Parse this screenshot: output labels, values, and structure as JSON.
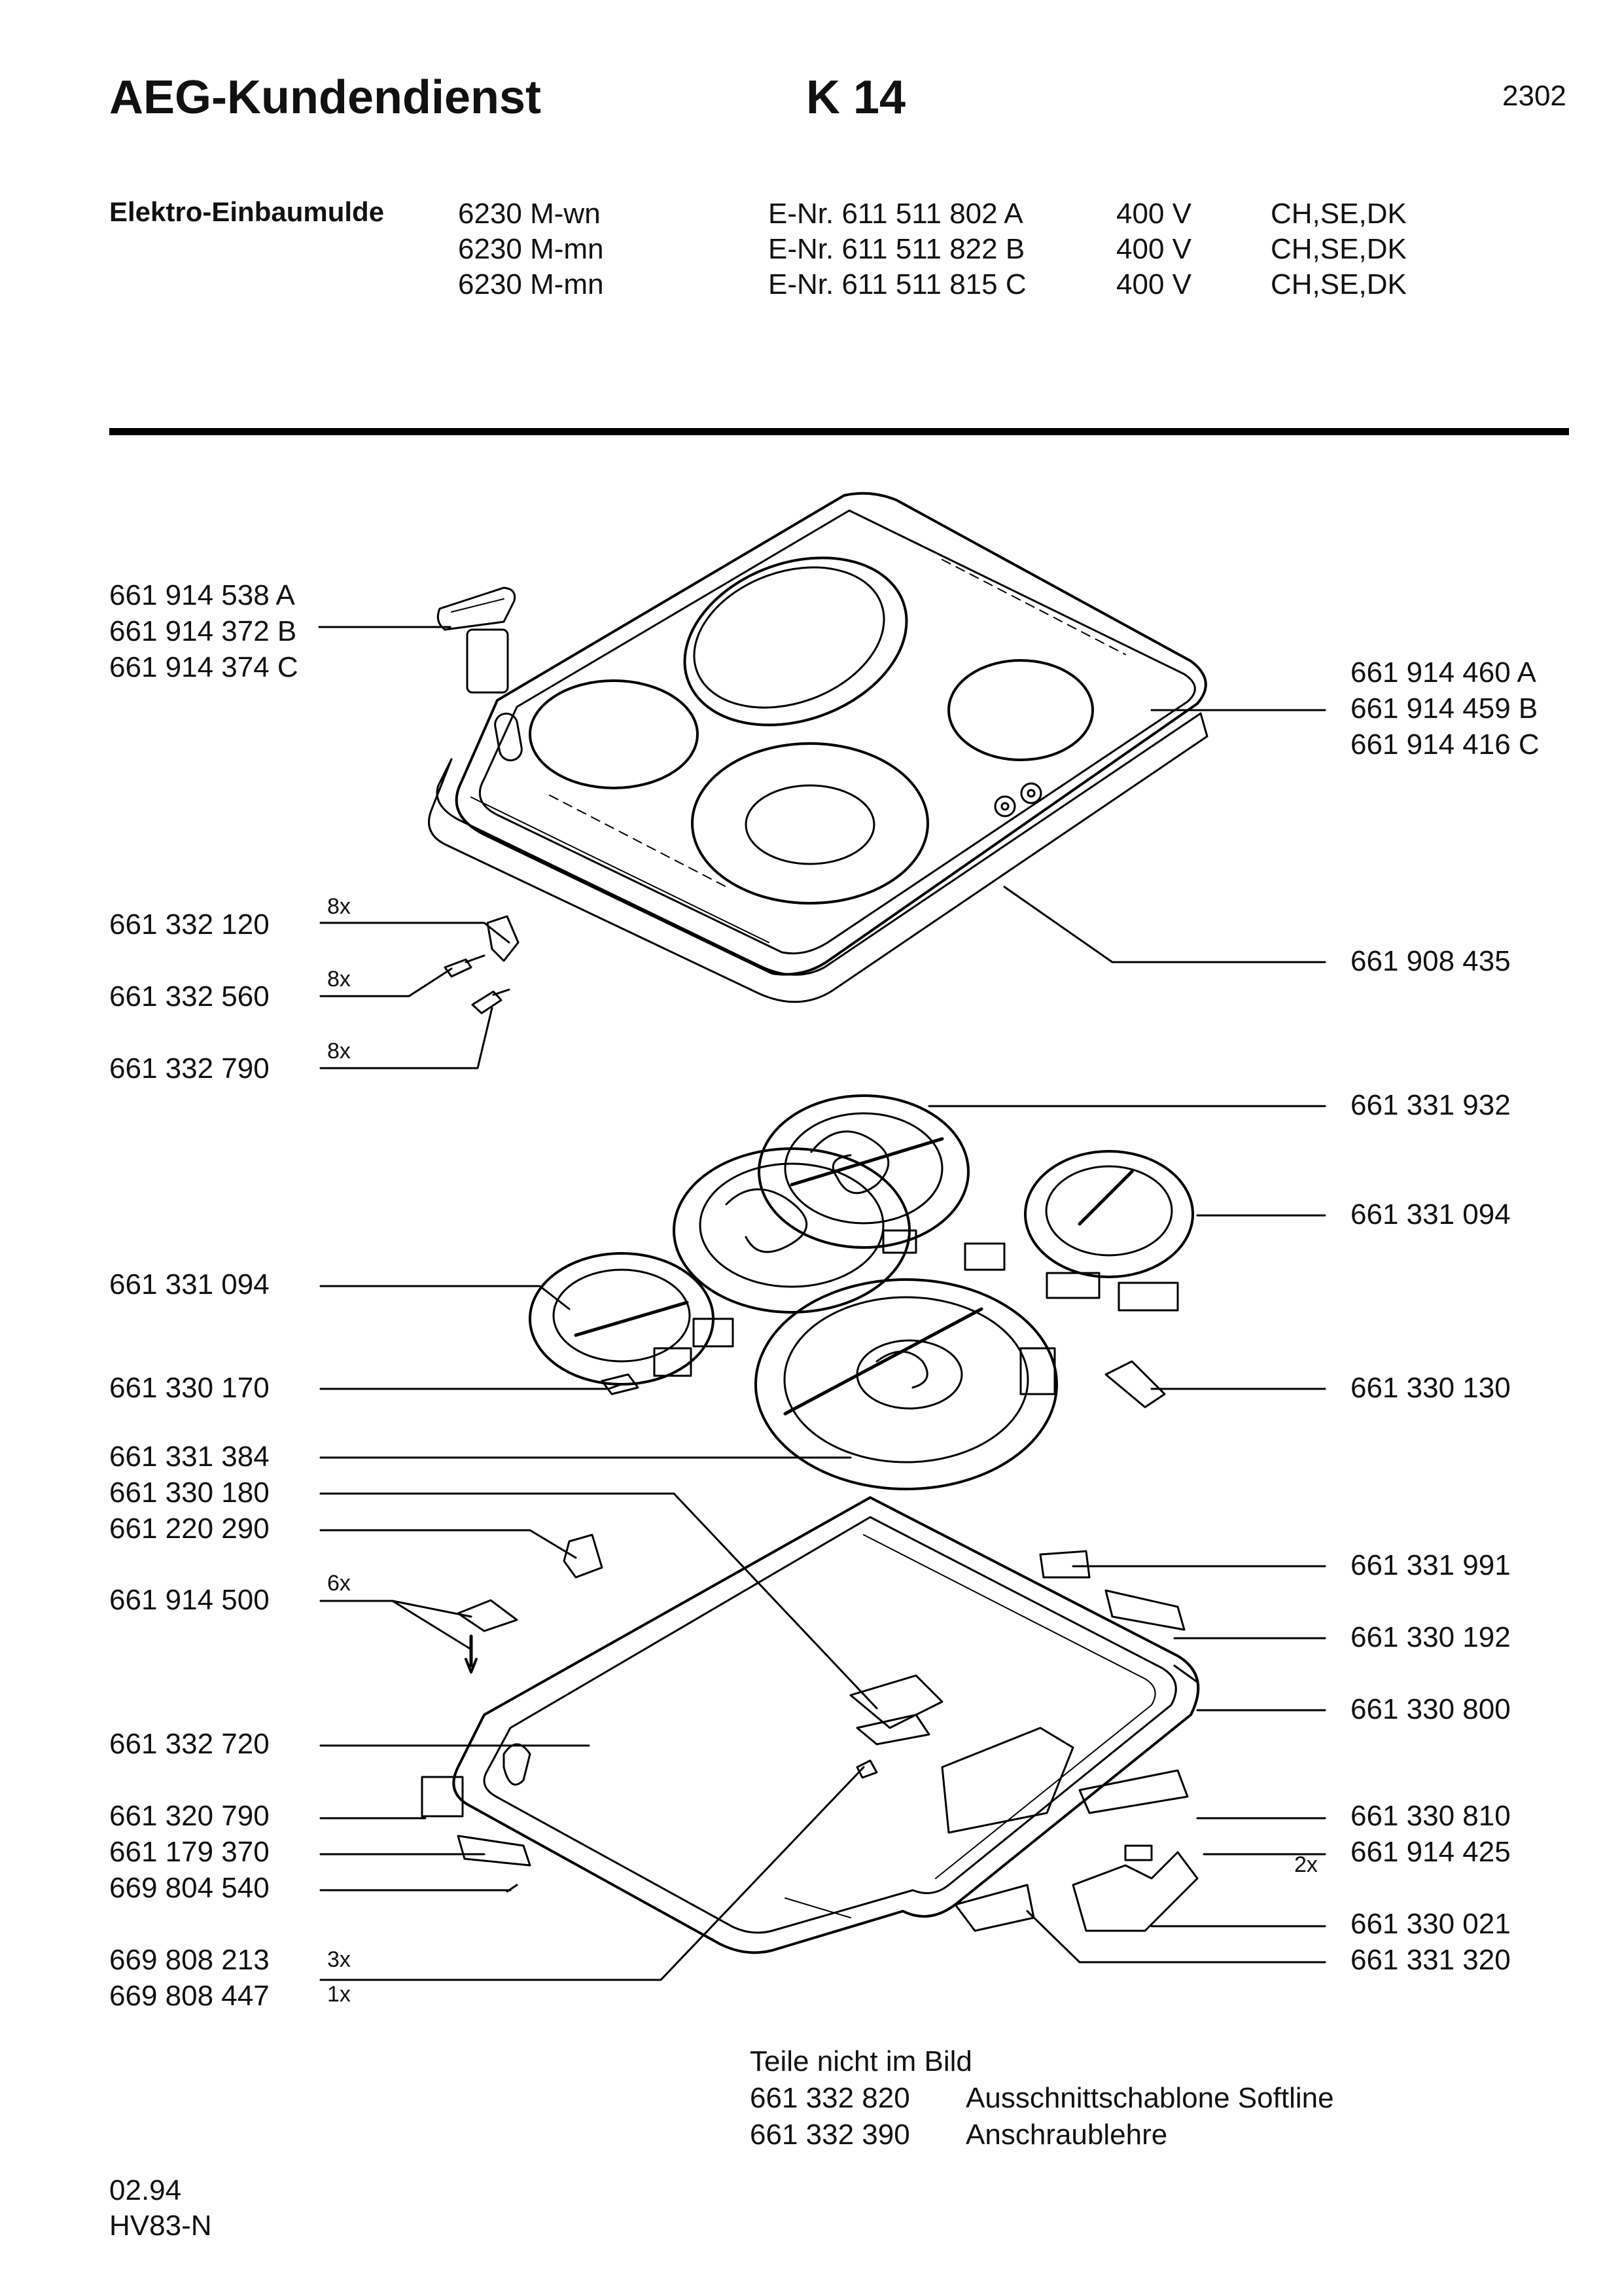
{
  "header": {
    "brand": "AEG-Kundendienst",
    "doc_code": "K 14",
    "page_number": "2302"
  },
  "product": {
    "type": "Elektro-Einbaumulde",
    "models": [
      {
        "model": "6230 M-wn",
        "enr": "E-Nr. 611 511 802 A",
        "voltage": "400 V",
        "countries": "CH,SE,DK"
      },
      {
        "model": "6230 M-mn",
        "enr": "E-Nr. 611 511 822 B",
        "voltage": "400 V",
        "countries": "CH,SE,DK"
      },
      {
        "model": "6230 M-mn",
        "enr": "E-Nr. 611 511 815 C",
        "voltage": "400 V",
        "countries": "CH,SE,DK"
      }
    ]
  },
  "left_labels": [
    "661 914 538 A",
    "661 914 372 B",
    "661 914 374 C",
    "661 332 120",
    "661 332 560",
    "661 332 790",
    "661 331 094",
    "661 330 170",
    "661 331 384",
    "661 330 180",
    "661 220 290",
    "661 914 500",
    "661 332 720",
    "661 320 790",
    "661 179 370",
    "669 804 540",
    "669 808 213",
    "669 808 447"
  ],
  "right_labels": [
    "661 914 460 A",
    "661 914 459 B",
    "661 914 416 C",
    "661 908 435",
    "661 331 932",
    "661 331 094",
    "661 330 130",
    "661 331 991",
    "661 330 192",
    "661 330 800",
    "661 330 810",
    "661 914 425",
    "661 330 021",
    "661 331 320"
  ],
  "quantities": [
    "8x",
    "8x",
    "8x",
    "6x",
    "3x",
    "1x",
    "2x"
  ],
  "not_shown": {
    "title": "Teile nicht im Bild",
    "items": [
      {
        "part": "661 332 820",
        "desc": "Ausschnittschablone Softline"
      },
      {
        "part": "661 332 390",
        "desc": "Anschraublehre"
      }
    ]
  },
  "footer": {
    "date": "02.94",
    "code": "HV83-N"
  }
}
